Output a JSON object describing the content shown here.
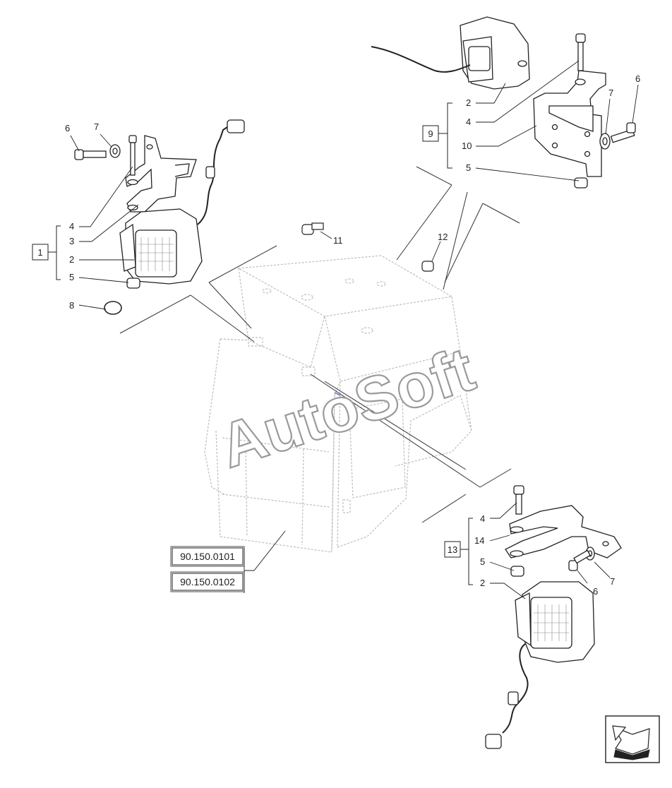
{
  "watermark": "AutoSoft",
  "groups": {
    "left_top": {
      "box": "1",
      "items": [
        "4",
        "3",
        "2",
        "5"
      ],
      "extra": {
        "bolt": "6",
        "washer": "7",
        "ring": "8"
      }
    },
    "right_top": {
      "box": "9",
      "items": [
        "2",
        "4",
        "10",
        "5"
      ],
      "extra": {
        "washer": "7",
        "bolt": "6"
      }
    },
    "right_bottom": {
      "box": "13",
      "items": [
        "4",
        "14",
        "5",
        "2"
      ],
      "extra": {
        "bolt": "6",
        "washer": "7"
      }
    },
    "cab": {
      "bolt": "11",
      "nut": "12"
    }
  },
  "references": [
    "90.150.0101",
    "90.150.0102"
  ],
  "nav_icon": "next-page-arrow-icon"
}
